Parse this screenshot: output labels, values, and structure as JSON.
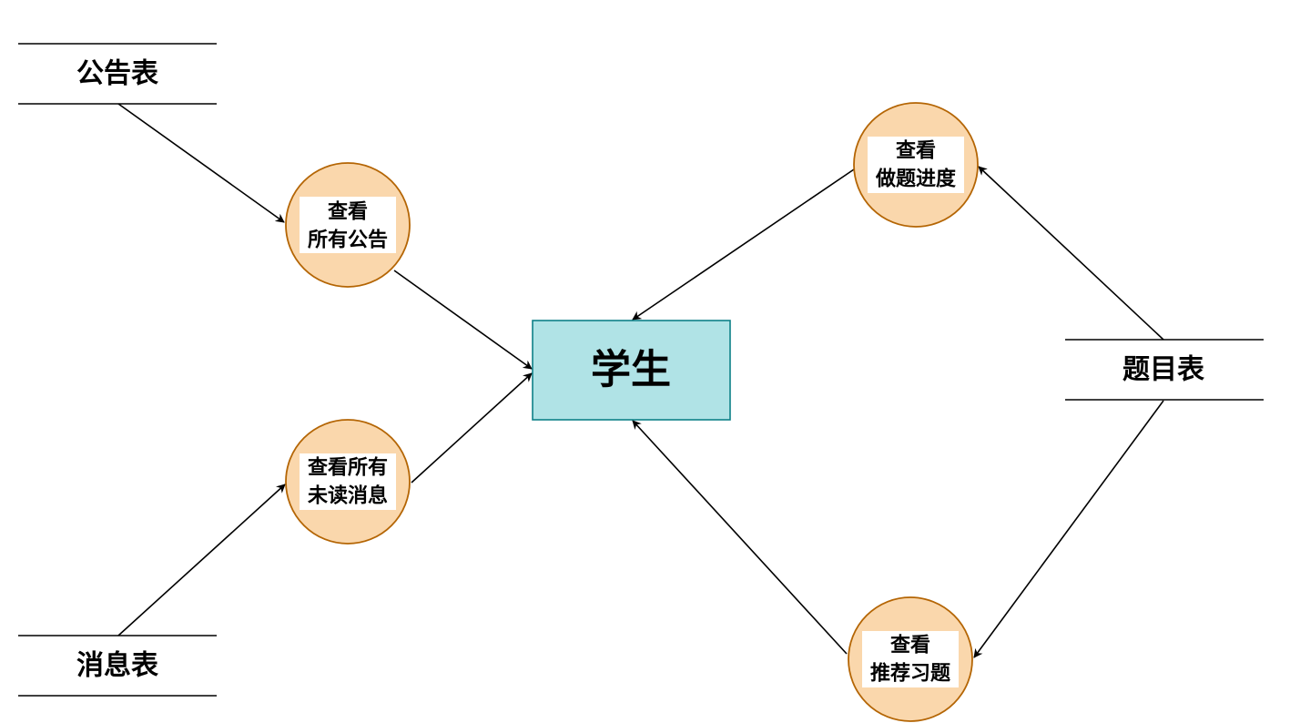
{
  "colors": {
    "entity_fill": "#b0e3e6",
    "entity_stroke": "#0e8088",
    "process_fill": "#fad7ac",
    "process_stroke": "#b46504",
    "line": "#000000"
  },
  "entity": {
    "label": "学生"
  },
  "data_stores": {
    "announcements": {
      "label": "公告表"
    },
    "messages": {
      "label": "消息表"
    },
    "questions": {
      "label": "题目表"
    }
  },
  "processes": {
    "view_announcements": {
      "line1": "查看",
      "line2": "所有公告"
    },
    "view_unread": {
      "line1": "查看所有",
      "line2": "未读消息"
    },
    "view_progress": {
      "line1": "查看",
      "line2": "做题进度"
    },
    "view_recommended": {
      "line1": "查看",
      "line2": "推荐习题"
    }
  }
}
